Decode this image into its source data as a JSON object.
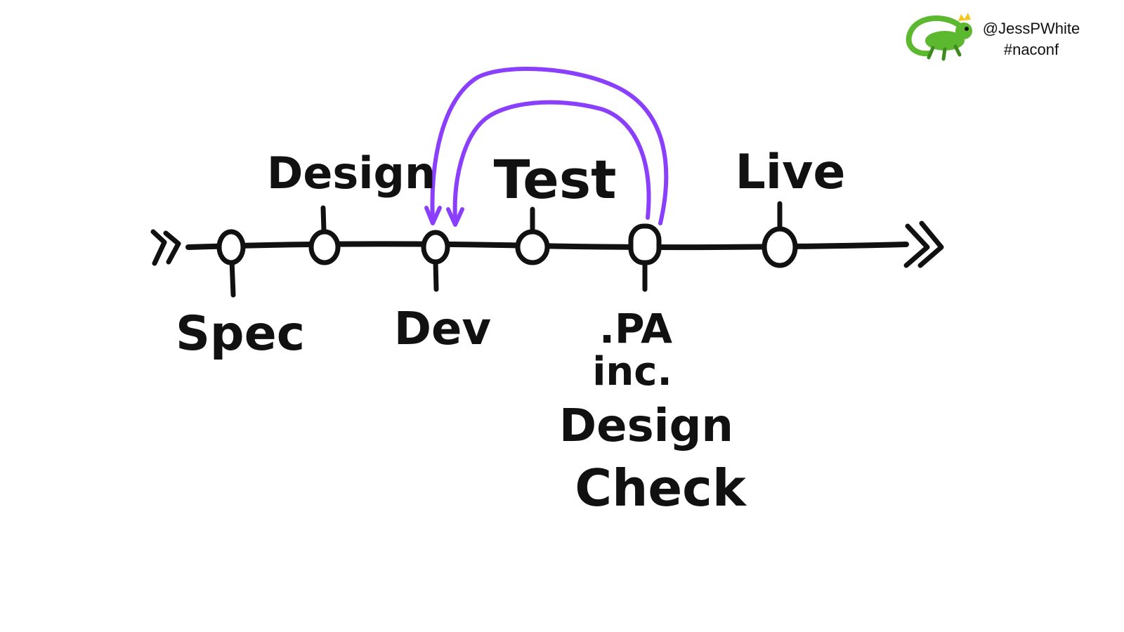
{
  "handle": "@JessPWhite",
  "hashtag": "#naconf",
  "colors": {
    "ink": "#111111",
    "arrow": "#8a3ffc",
    "gecko": "#5cb82e",
    "gecko_dark": "#3d8a1f",
    "crown": "#f2c81e"
  },
  "icons": [
    "gecko-logo-icon"
  ],
  "stages": {
    "spec": "Spec",
    "design": "Design",
    "dev": "Dev",
    "test": "Test",
    "pa_line1": ".PA",
    "pa_line2": "inc.",
    "pa_line3": "Design",
    "pa_line4": "Check",
    "live": "Live"
  }
}
